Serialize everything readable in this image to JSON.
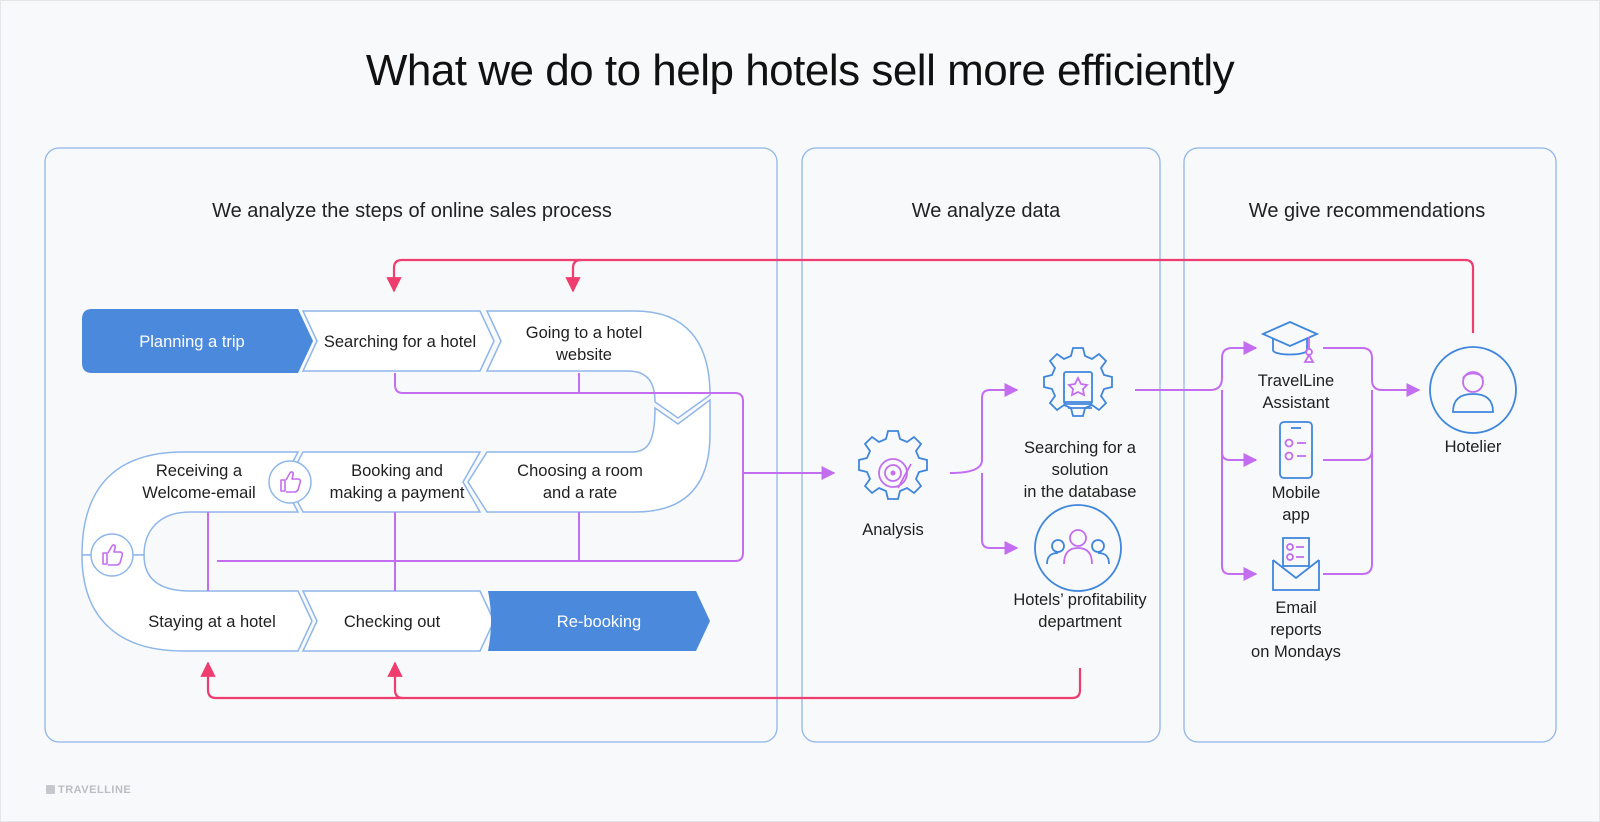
{
  "title": "What we do to help hotels sell more efficiently",
  "sections": {
    "steps": "We analyze the steps of online sales process",
    "data": "We analyze data",
    "recommendations": "We give recommendations"
  },
  "steps": {
    "planning": "Planning a trip",
    "searching_hotel": "Searching for a hotel",
    "going_1": "Going to a hotel",
    "going_2": "website",
    "choosing_1": "Choosing a room",
    "choosing_2": "and a rate",
    "booking_1": "Booking and",
    "booking_2": "making a payment",
    "receiving_1": "Receiving a",
    "receiving_2": "Welcome-email",
    "staying": "Staying at a hotel",
    "checking_out": "Checking out",
    "rebooking": "Re-booking"
  },
  "data_nodes": {
    "analysis": "Analysis",
    "searching_1": "Searching for a",
    "searching_2": "solution",
    "searching_3": "in the database",
    "profit_1": "Hotels’ profitability",
    "profit_2": "department"
  },
  "recommendation_nodes": {
    "assistant_1": "TravelLine",
    "assistant_2": "Assistant",
    "mobile_1": "Mobile",
    "mobile_2": "app",
    "email_1": "Email",
    "email_2": "reports",
    "email_3": "on Mondays",
    "hotelier": "Hotelier"
  },
  "logo": "TRAVELLINE",
  "colors": {
    "blue": "#4a89dc",
    "outline": "#8fb6ea",
    "purple": "#c36ef0",
    "pink": "#ee3d6e",
    "icon": "#3f86de"
  }
}
